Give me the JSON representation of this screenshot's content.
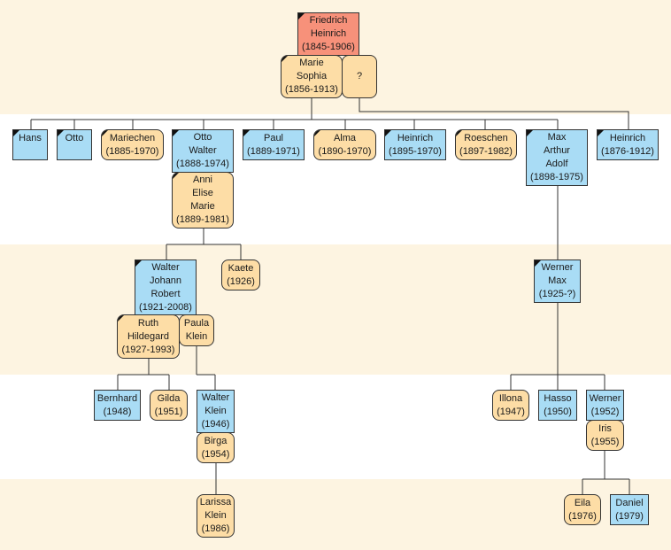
{
  "people": {
    "friedrich": "Friedrich\nHeinrich\n(1845-1906)",
    "marie": "Marie\nSophia\n(1856-1913)",
    "unknown": "?",
    "hans": "Hans",
    "otto": "Otto",
    "mariechen": "Mariechen\n(1885-1970)",
    "otto_walter": "Otto\nWalter\n(1888-1974)",
    "anni": "Anni\nElise\nMarie\n(1889-1981)",
    "paul": "Paul\n(1889-1971)",
    "alma": "Alma\n(1890-1970)",
    "heinrich1": "Heinrich\n(1895-1970)",
    "roeschen": "Roeschen\n(1897-1982)",
    "max": "Max\nArthur\nAdolf\n(1898-1975)",
    "heinrich2": "Heinrich\n(1876-1912)",
    "walter_johann": "Walter\nJohann\nRobert\n(1921-2008)",
    "kaete": "Kaete\n(1926)",
    "ruth": "Ruth\nHildegard\n(1927-1993)",
    "paula": "Paula\nKlein",
    "bernhard": "Bernhard\n(1948)",
    "gilda": "Gilda\n(1951)",
    "walter_klein": "Walter\nKlein\n(1946)",
    "birga": "Birga\n(1954)",
    "larissa": "Larissa\nKlein\n(1986)",
    "werner_max": "Werner\nMax\n(1925-?)",
    "illona": "Illona\n(1947)",
    "hasso": "Hasso\n(1950)",
    "werner": "Werner\n(1952)",
    "iris": "Iris\n(1955)",
    "eila": "Eila\n(1976)",
    "daniel": "Daniel\n(1979)"
  },
  "colors": {
    "male": "#a9dcf5",
    "female": "#fddda6",
    "root": "#f7917a",
    "band_cream": "#fdf4e1",
    "band_white": "#ffffff"
  }
}
